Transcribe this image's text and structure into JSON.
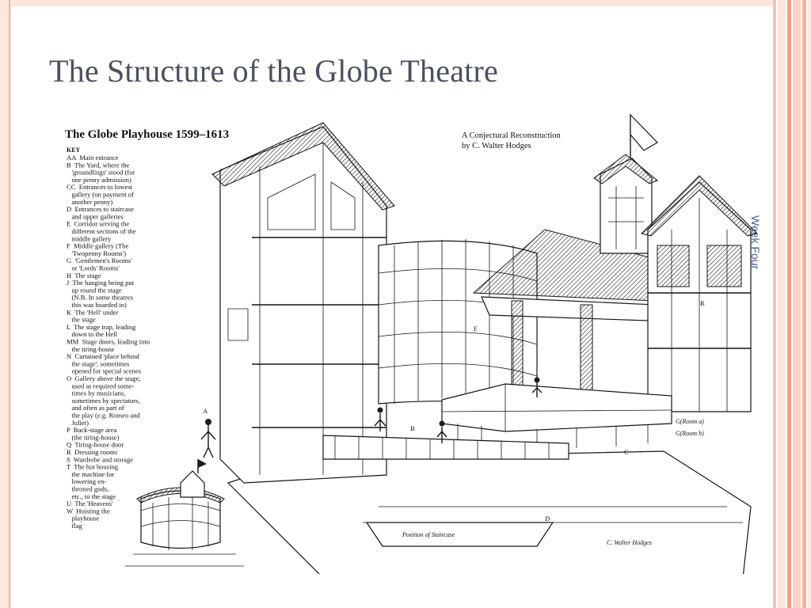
{
  "slide": {
    "title": "The Structure of the Globe Theatre",
    "side_tag": "Week Four",
    "accent_color": "#f19f80",
    "title_color": "#4a5060"
  },
  "illustration": {
    "heading": "The Globe Playhouse 1599–1613",
    "credit_line1": "A Conjectural Reconstruction",
    "credit_line2": "by C. Walter Hodges",
    "key_heading": "KEY",
    "key": [
      "AA  Main entrance",
      "B  The Yard, where the",
      "   'groundlings' stood (for",
      "   one penny admission)",
      "CC  Entrances to lowest",
      "   gallery (on payment of",
      "   another penny)",
      "D  Entrances to staircase",
      "   and upper galleries",
      "E  Corridor serving the",
      "   different sections of the",
      "   middle gallery",
      "F  Middle gallery (The",
      "   'Twopenny Rooms')",
      "G  'Gentlemen's Rooms'",
      "   or 'Lords' Rooms'",
      "H  The stage",
      "J  The hanging being put",
      "   up round the stage",
      "   (N.B. In some theatres",
      "   this was boarded in)",
      "K  The 'Hell' under",
      "   the stage",
      "L  The stage trap, leading",
      "   down to the Hell",
      "MM  Stage doors, leading into",
      "   the tiring-house",
      "N  Curtained 'place behind",
      "   the stage', sometimes",
      "   opened for special scenes",
      "O  Gallery above the stage,",
      "   used as required some-",
      "   times by musicians,",
      "   sometimes by spectators,",
      "   and often as part of",
      "   the play (e.g. Romeo and",
      "   Juliet)",
      "P  Back-stage area",
      "   (the tiring-house)",
      "Q  Tiring-house door",
      "R  Dressing rooms",
      "S  Wardrobe and storage",
      "T  The hut housing",
      "   the machine for",
      "   lowering en-",
      "   throned gods,",
      "   etc., to the stage",
      "U  The 'Heavens'",
      "W  Hoisting the",
      "   playhouse",
      "   flag"
    ],
    "bottom_label": "Position of Staircase",
    "signature": "C. Walter Hodges",
    "letters": {
      "b": "B",
      "c": "C",
      "d": "D",
      "f": "F",
      "g1": "G(Room a)",
      "g2": "G(Room b)",
      "r": "R",
      "a": "A"
    }
  }
}
